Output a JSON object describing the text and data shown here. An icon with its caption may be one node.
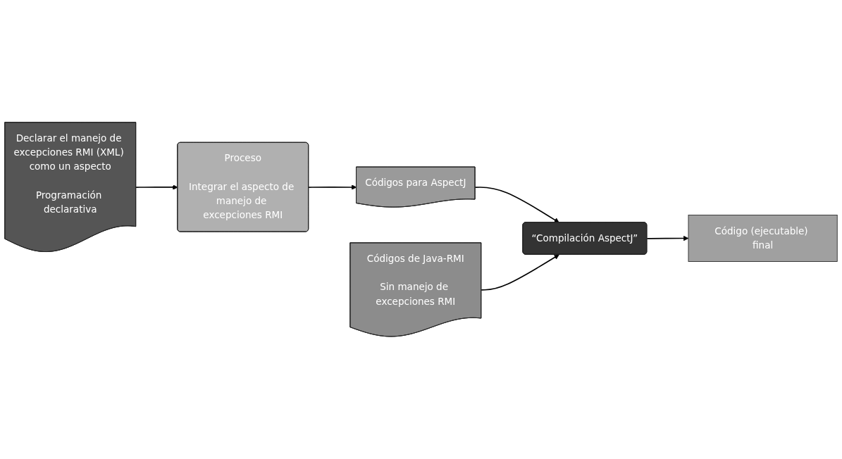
{
  "diagram": {
    "nodes": [
      {
        "text": [
          "Declarar el manejo de excepciones RMI (XML) como un aspecto",
          "Programación declarativa"
        ]
      },
      {
        "text": [
          "Proceso",
          "Integrar el aspecto de manejo de excepciones RMI"
        ]
      },
      {
        "text": [
          "Códigos para AspectJ"
        ]
      },
      {
        "text": [
          "Códigos de Java-RMI",
          "Sin manejo de excepciones RMI"
        ]
      },
      {
        "text": [
          "“Compilación AspectJ”"
        ]
      },
      {
        "text": [
          "Código (ejecutable) final"
        ]
      }
    ],
    "edges": [
      {
        "from": 0,
        "to": 1,
        "arrow": "to"
      },
      {
        "from": 1,
        "to": 2,
        "arrow": "to"
      },
      {
        "from": 2,
        "to": 4,
        "arrow": "to"
      },
      {
        "from": 3,
        "to": 4,
        "arrow": "to"
      },
      {
        "from": 4,
        "to": 5,
        "arrow": "to"
      }
    ]
  }
}
